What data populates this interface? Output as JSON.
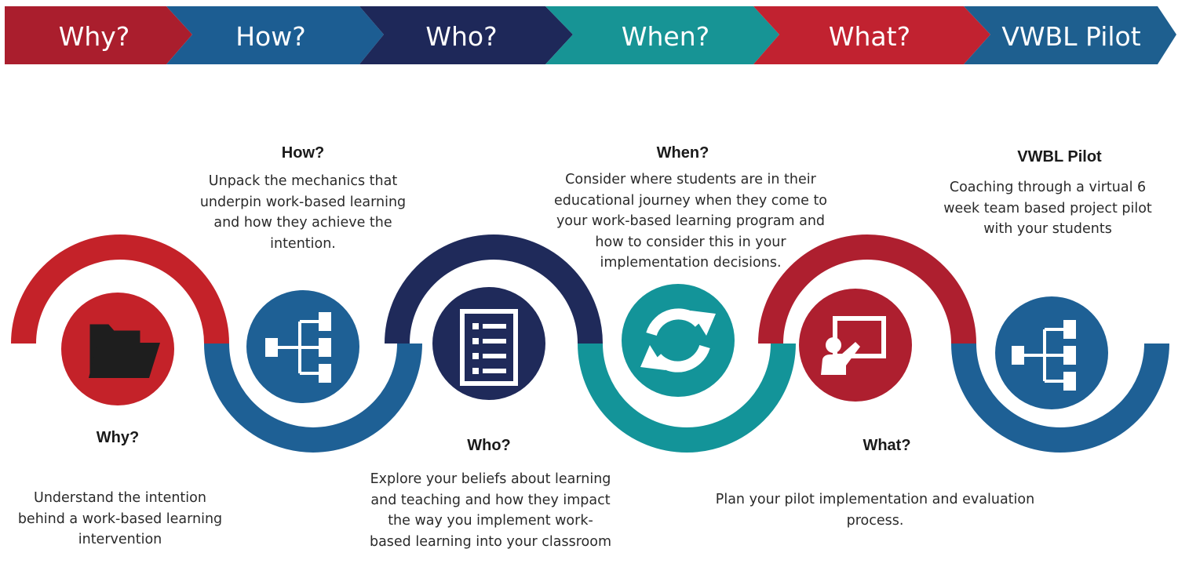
{
  "nav": {
    "steps": [
      {
        "label": "Why?",
        "color": "#AA1E2D"
      },
      {
        "label": "How?",
        "color": "#1C5D92"
      },
      {
        "label": "Who?",
        "color": "#1E2859"
      },
      {
        "label": "When?",
        "color": "#179495"
      },
      {
        "label": "What?",
        "color": "#C12230"
      },
      {
        "label": "VWBL Pilot",
        "color": "#1E5F8F"
      }
    ]
  },
  "stages": [
    {
      "title": "Why?",
      "description": "Understand the intention behind a work-based learning intervention",
      "icon": "folder-icon",
      "color": "#C42229"
    },
    {
      "title": "How?",
      "description": "Unpack the mechanics that underpin work-based learning and how they achieve the intention.",
      "icon": "hierarchy-icon",
      "color": "#1E6095"
    },
    {
      "title": "Who?",
      "description": "Explore your beliefs about learning and teaching and how they impact the way you implement work-based learning into your classroom",
      "icon": "checklist-icon",
      "color": "#1F2A5A"
    },
    {
      "title": "When?",
      "description": "Consider where students are in their educational journey when they come to your work-based learning program and how to consider this in your implementation decisions.",
      "icon": "refresh-icon",
      "color": "#139499"
    },
    {
      "title": "What?",
      "description": "Plan your pilot implementation and evaluation process.",
      "icon": "presentation-icon",
      "color": "#AE1F2F"
    },
    {
      "title": "VWBL Pilot",
      "description": "Coaching through a virtual 6 week team based project pilot with your students",
      "icon": "hierarchy-icon",
      "color": "#1E6095"
    }
  ]
}
